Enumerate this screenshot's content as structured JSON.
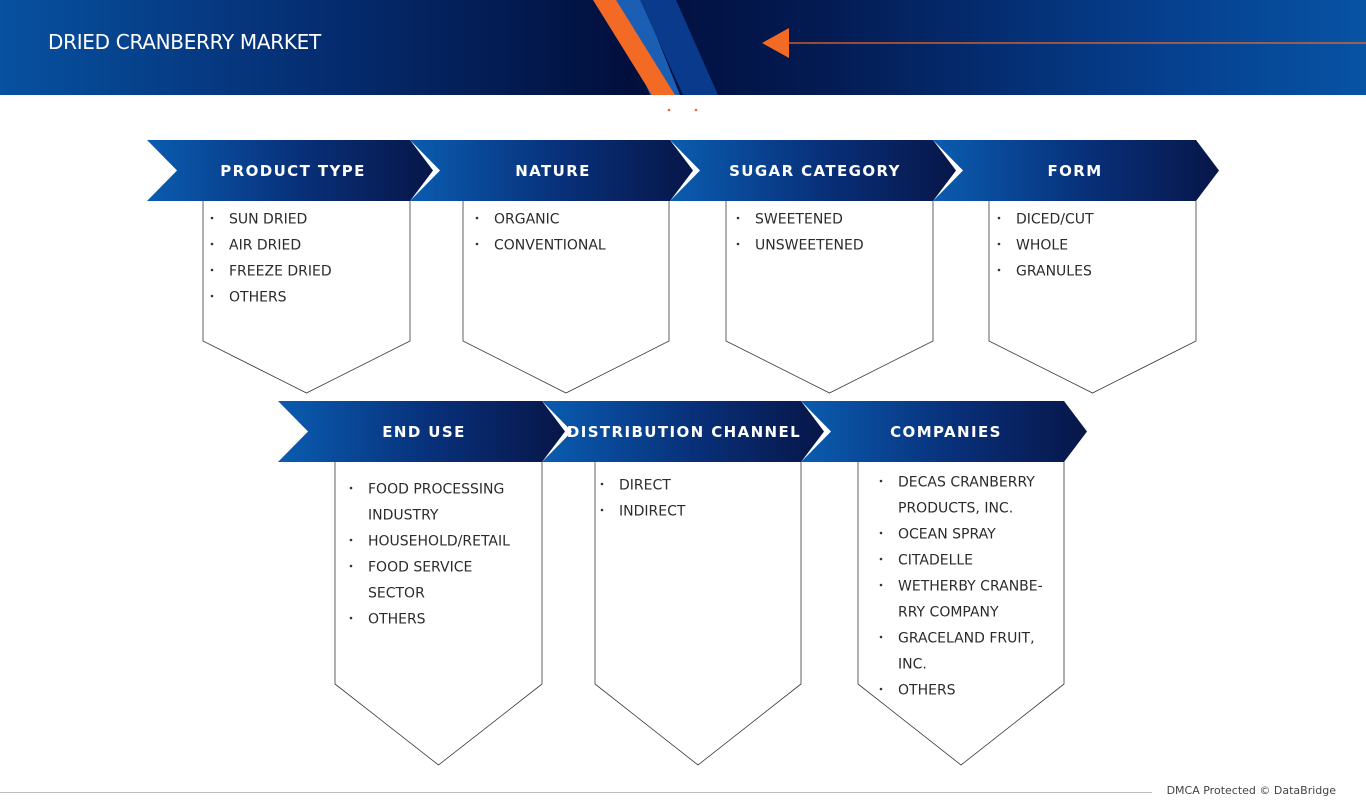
{
  "title": "DRIED CRANBERRY MARKET",
  "footer": "DMCA Protected © DataBridge",
  "colors": {
    "arrow_start": "#0a5cb0",
    "arrow_end": "#071648",
    "accent_orange": "#f26a24",
    "box_border": "#3a3a3a"
  },
  "segments": [
    {
      "label": "PRODUCT TYPE",
      "items": [
        "SUN DRIED",
        "AIR DRIED",
        "FREEZE DRIED",
        "OTHERS"
      ]
    },
    {
      "label": "NATURE",
      "items": [
        "ORGANIC",
        "CONVENTIONAL"
      ]
    },
    {
      "label": "SUGAR CATEGORY",
      "items": [
        "SWEETENED",
        "UNSWEETENED"
      ]
    },
    {
      "label": "FORM",
      "items": [
        "DICED/CUT",
        "WHOLE",
        "GRANULES"
      ]
    },
    {
      "label": "END USE",
      "items": [
        [
          "FOOD PROCESSING",
          "INDUSTRY"
        ],
        "HOUSEHOLD/RETAIL",
        [
          "FOOD SERVICE",
          "SECTOR"
        ],
        "OTHERS"
      ]
    },
    {
      "label": "DISTRIBUTION CHANNEL",
      "items": [
        "DIRECT",
        "INDIRECT"
      ]
    },
    {
      "label": "COMPANIES",
      "items": [
        [
          "DECAS CRANBERRY",
          "PRODUCTS, INC."
        ],
        "OCEAN SPRAY",
        "CITADELLE",
        [
          "WETHERBY CRANBE-",
          "RRY COMPANY"
        ],
        [
          "GRACELAND FRUIT,",
          "INC."
        ],
        "OTHERS"
      ]
    }
  ]
}
